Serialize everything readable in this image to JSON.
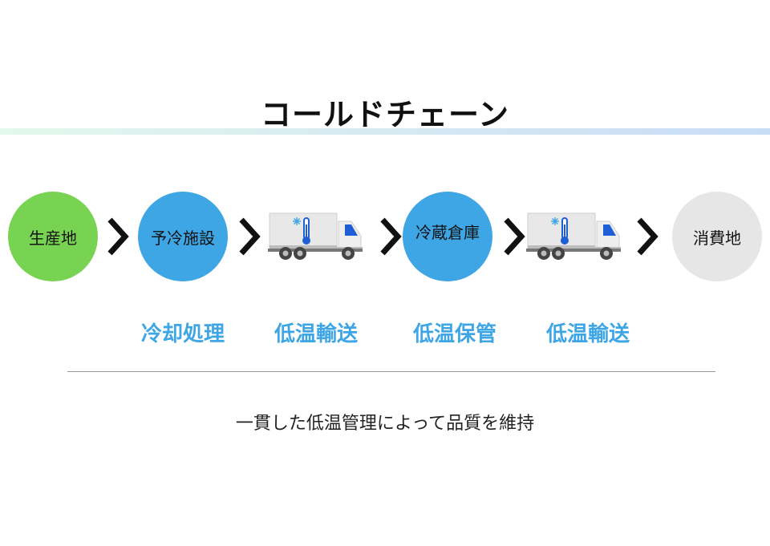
{
  "title": "コールドチェーン",
  "colors": {
    "green": "#78d352",
    "blue": "#3ea6e5",
    "gray": "#e6e6e6",
    "accent_text": "#3ea6e5",
    "bar_start": "#e3f8ec",
    "bar_end": "#c7dcf6"
  },
  "nodes": [
    {
      "label": "生産地"
    },
    {
      "label": "予冷施設"
    },
    {
      "label": "冷蔵倉庫"
    },
    {
      "label": "消費地"
    }
  ],
  "icons": [
    "chevron-right-icon",
    "refrigerated-truck-icon",
    "thermometer-icon",
    "snowflake-icon"
  ],
  "processes": [
    "冷却処理",
    "低温輸送",
    "低温保管",
    "低温輸送"
  ],
  "summary": "一貫した低温管理によって品質を維持"
}
